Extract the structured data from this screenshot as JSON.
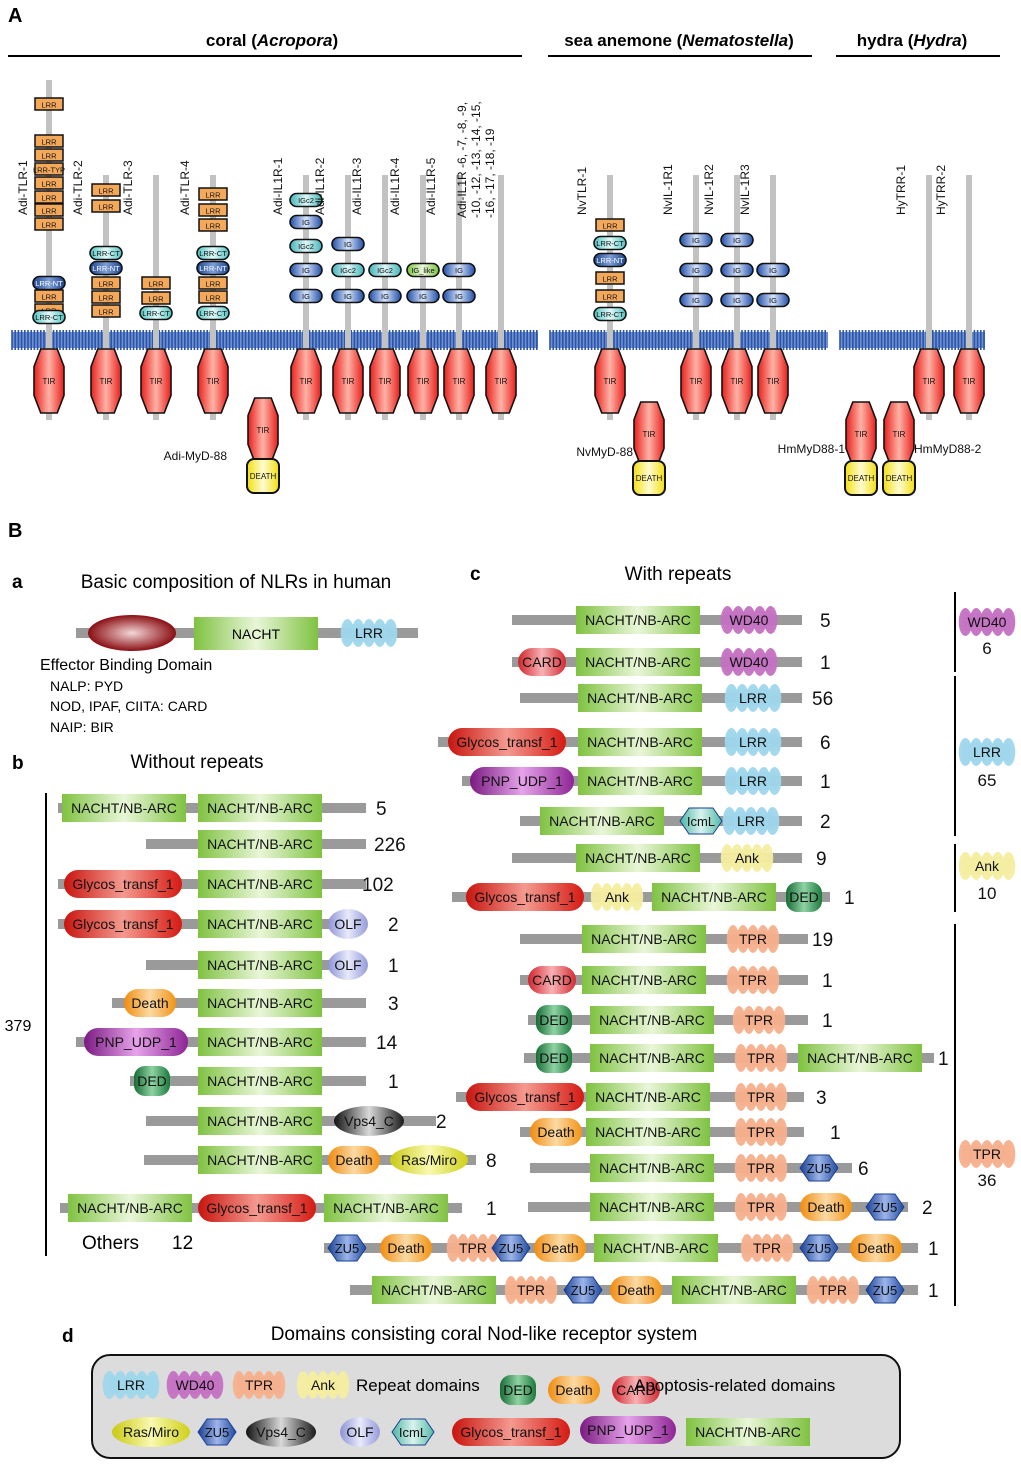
{
  "panel_A": {
    "label": "A",
    "groups": [
      {
        "name_plain": "coral (",
        "name_italic": "Acropora",
        "name_end": ")"
      },
      {
        "name_plain": "sea anemone (",
        "name_italic": "Nematostella",
        "name_end": ")"
      },
      {
        "name_plain": "hydra (",
        "name_italic": "Hydra",
        "name_end": ")"
      }
    ],
    "receptors": [
      {
        "name": "Adi-TLR-1",
        "domains": [
          "LRR",
          "",
          "LRR",
          "LRR",
          "LRR-TYP",
          "LRR",
          "LRR",
          "LRR",
          "LRR",
          "LRR",
          "",
          "LRR-CT",
          "",
          "LRR-NT",
          "LRR",
          "LRR",
          "LRR",
          "LRR-CT"
        ],
        "tir": "TIR"
      },
      {
        "name": "Adi-TLR-2",
        "domains": [
          "LRR",
          "LRR",
          "",
          "",
          "LRR-CT",
          "LRR-NT",
          "LRR",
          "LRR",
          "LRR",
          "LRR-CT"
        ],
        "tir": "TIR"
      },
      {
        "name": "Adi-TLR-3",
        "domains": [
          "LRR",
          "LRR",
          "LRR-CT"
        ],
        "tir": "TIR"
      },
      {
        "name": "Adi-TLR-4",
        "domains": [
          "LRR",
          "LRR",
          "LRR",
          "",
          "LRR-CT",
          "LRR-NT",
          "LRR",
          "LRR",
          "LRR-CT"
        ],
        "tir": "TIR"
      },
      {
        "name": "Adi-IL1R-1",
        "domains": [
          "IGc2",
          "IG",
          "IGc2",
          "IG",
          "IG"
        ],
        "tir": "TIR"
      },
      {
        "name": "Adi-IL1R-2",
        "domains": [
          "IG",
          "IGc2",
          "IG"
        ],
        "tir": "TIR"
      },
      {
        "name": "Adi-IL1R-3",
        "domains": [
          "IGc2",
          "IG"
        ],
        "tir": "TIR"
      },
      {
        "name": "Adi-IL1R-4",
        "domains": [
          "IG_like",
          "IG"
        ],
        "tir": "TIR"
      },
      {
        "name": "Adi-IL1R-5",
        "domains": [
          "IG",
          "IG"
        ],
        "tir": "TIR"
      },
      {
        "name_lines": [
          "Adi-IL1R -6, -7, -8, -9,",
          "-10, -12, -13, -14, -15,",
          "-16, -17, -18, -19"
        ],
        "domains": [],
        "tir": "TIR"
      },
      {
        "name": "NvTLR-1",
        "domains": [
          "LRR",
          "LRR-CT",
          "LRR-NT",
          "LRR",
          "LRR",
          "LRR-CT"
        ],
        "tir": "TIR"
      },
      {
        "name": "NvIL-1R1",
        "domains": [
          "IG",
          "IG",
          "IG"
        ],
        "tir": "TIR"
      },
      {
        "name": "NvIL-1R2",
        "domains": [
          "IG",
          "IG",
          "IG"
        ],
        "tir": "TIR"
      },
      {
        "name": "NvIL-1R3",
        "domains": [
          "IG",
          "IG"
        ],
        "tir": "TIR"
      },
      {
        "name": "HyTRR-1",
        "domains": [],
        "tir": "TIR"
      },
      {
        "name": "HyTRR-2",
        "domains": [],
        "tir": "TIR"
      }
    ],
    "adaptors": [
      {
        "name": "Adi-MyD-88",
        "tir": "TIR",
        "death": "DEATH"
      },
      {
        "name": "NvMyD-88",
        "tir": "TIR",
        "death": "DEATH"
      },
      {
        "name": "HmMyD88-1",
        "tir": "TIR",
        "death": "DEATH"
      },
      {
        "name": "HmMyD88-2",
        "tir": "TIR",
        "death": "DEATH"
      }
    ]
  },
  "panel_B": {
    "label": "B",
    "a": {
      "letter": "a",
      "title": "Basic composition of NLRs in human",
      "domains": [
        "NACHT",
        "LRR"
      ],
      "effector_title": "Effector Binding Domain",
      "effector_lines": [
        "NALP: PYD",
        "NOD, IPAF, CIITA: CARD",
        "NAIP: BIR"
      ]
    },
    "b": {
      "letter": "b",
      "title": "Without repeats",
      "total": "379",
      "others_label": "Others",
      "others_count": "12",
      "rows": [
        {
          "domains": [
            "NACHT/NB-ARC",
            "NACHT/NB-ARC"
          ],
          "count": "5"
        },
        {
          "domains": [
            "NACHT/NB-ARC"
          ],
          "count": "226"
        },
        {
          "domains": [
            "Glycos_transf_1",
            "NACHT/NB-ARC"
          ],
          "count": "102"
        },
        {
          "domains": [
            "Glycos_transf_1",
            "NACHT/NB-ARC",
            "OLF"
          ],
          "count": "2"
        },
        {
          "domains": [
            "NACHT/NB-ARC",
            "OLF"
          ],
          "count": "1"
        },
        {
          "domains": [
            "Death",
            "NACHT/NB-ARC"
          ],
          "count": "3"
        },
        {
          "domains": [
            "PNP_UDP_1",
            "NACHT/NB-ARC"
          ],
          "count": "14"
        },
        {
          "domains": [
            "DED",
            "NACHT/NB-ARC"
          ],
          "count": "1"
        },
        {
          "domains": [
            "NACHT/NB-ARC",
            "Vps4_C"
          ],
          "count": "2"
        },
        {
          "domains": [
            "NACHT/NB-ARC",
            "Death",
            "Ras/Miro"
          ],
          "count": "8"
        },
        {
          "domains": [
            "NACHT/NB-ARC",
            "Glycos_transf_1",
            "NACHT/NB-ARC"
          ],
          "count": "1"
        }
      ]
    },
    "c": {
      "letter": "c",
      "title": "With repeats",
      "rows": [
        {
          "domains": [
            "NACHT/NB-ARC",
            "WD40"
          ],
          "count": "5"
        },
        {
          "domains": [
            "CARD",
            "NACHT/NB-ARC",
            "WD40"
          ],
          "count": "1"
        },
        {
          "domains": [
            "NACHT/NB-ARC",
            "LRR"
          ],
          "count": "56"
        },
        {
          "domains": [
            "Glycos_transf_1",
            "NACHT/NB-ARC",
            "LRR"
          ],
          "count": "6"
        },
        {
          "domains": [
            "PNP_UDP_1",
            "NACHT/NB-ARC",
            "LRR"
          ],
          "count": "1"
        },
        {
          "domains": [
            "NACHT/NB-ARC",
            "IcmL",
            "LRR"
          ],
          "count": "2"
        },
        {
          "domains": [
            "NACHT/NB-ARC",
            "Ank"
          ],
          "count": "9"
        },
        {
          "domains": [
            "Glycos_transf_1",
            "Ank",
            "NACHT/NB-ARC",
            "DED"
          ],
          "count": "1"
        },
        {
          "domains": [
            "NACHT/NB-ARC",
            "TPR"
          ],
          "count": "19"
        },
        {
          "domains": [
            "CARD",
            "NACHT/NB-ARC",
            "TPR"
          ],
          "count": "1"
        },
        {
          "domains": [
            "DED",
            "NACHT/NB-ARC",
            "TPR"
          ],
          "count": "1"
        },
        {
          "domains": [
            "DED",
            "NACHT/NB-ARC",
            "TPR",
            "NACHT/NB-ARC"
          ],
          "count": "1"
        },
        {
          "domains": [
            "Glycos_transf_1",
            "NACHT/NB-ARC",
            "TPR"
          ],
          "count": "3"
        },
        {
          "domains": [
            "Death",
            "NACHT/NB-ARC",
            "TPR"
          ],
          "count": "1"
        },
        {
          "domains": [
            "NACHT/NB-ARC",
            "TPR",
            "ZU5"
          ],
          "count": "6"
        },
        {
          "domains": [
            "NACHT/NB-ARC",
            "TPR",
            "Death",
            "ZU5"
          ],
          "count": "2"
        },
        {
          "domains": [
            "ZU5",
            "Death",
            "TPR",
            "ZU5",
            "Death",
            "NACHT/NB-ARC",
            "TPR",
            "ZU5",
            "Death"
          ],
          "count": "1"
        },
        {
          "domains": [
            "NACHT/NB-ARC",
            "TPR",
            "ZU5",
            "Death",
            "NACHT/NB-ARC",
            "TPR",
            "ZU5"
          ],
          "count": "1"
        }
      ],
      "summary": [
        {
          "domain": "WD40",
          "count": "6"
        },
        {
          "domain": "LRR",
          "count": "65"
        },
        {
          "domain": "Ank",
          "count": "10"
        },
        {
          "domain": "TPR",
          "count": "36"
        }
      ]
    },
    "d": {
      "letter": "d",
      "title": "Domains consisting coral Nod-like receptor system",
      "repeat_label": "Repeat domains",
      "apoptosis_label": "Apoptosis-related domains",
      "repeat_domains": [
        "LRR",
        "WD40",
        "TPR",
        "Ank"
      ],
      "apoptosis_domains": [
        "DED",
        "Death",
        "CARD"
      ],
      "other_domains": [
        "Ras/Miro",
        "ZU5",
        "Vps4_C",
        "OLF",
        "IcmL",
        "Glycos_transf_1",
        "PNP_UDP_1",
        "NACHT/NB-ARC"
      ]
    }
  },
  "colors": {
    "membrane": "#2a55a8",
    "stalk": "#c2c2c2",
    "backbone": "#9a9a9a",
    "tir": "#e8201c",
    "death_box": "#f5e623",
    "lrr_box": "#f3a85a",
    "lrr_ct": "#7ed6d4",
    "lrr_nt": "#1f4b96",
    "ig": "#3367c4",
    "nacht": "#8cc84b",
    "legend_bg": "#dcdcdc"
  }
}
